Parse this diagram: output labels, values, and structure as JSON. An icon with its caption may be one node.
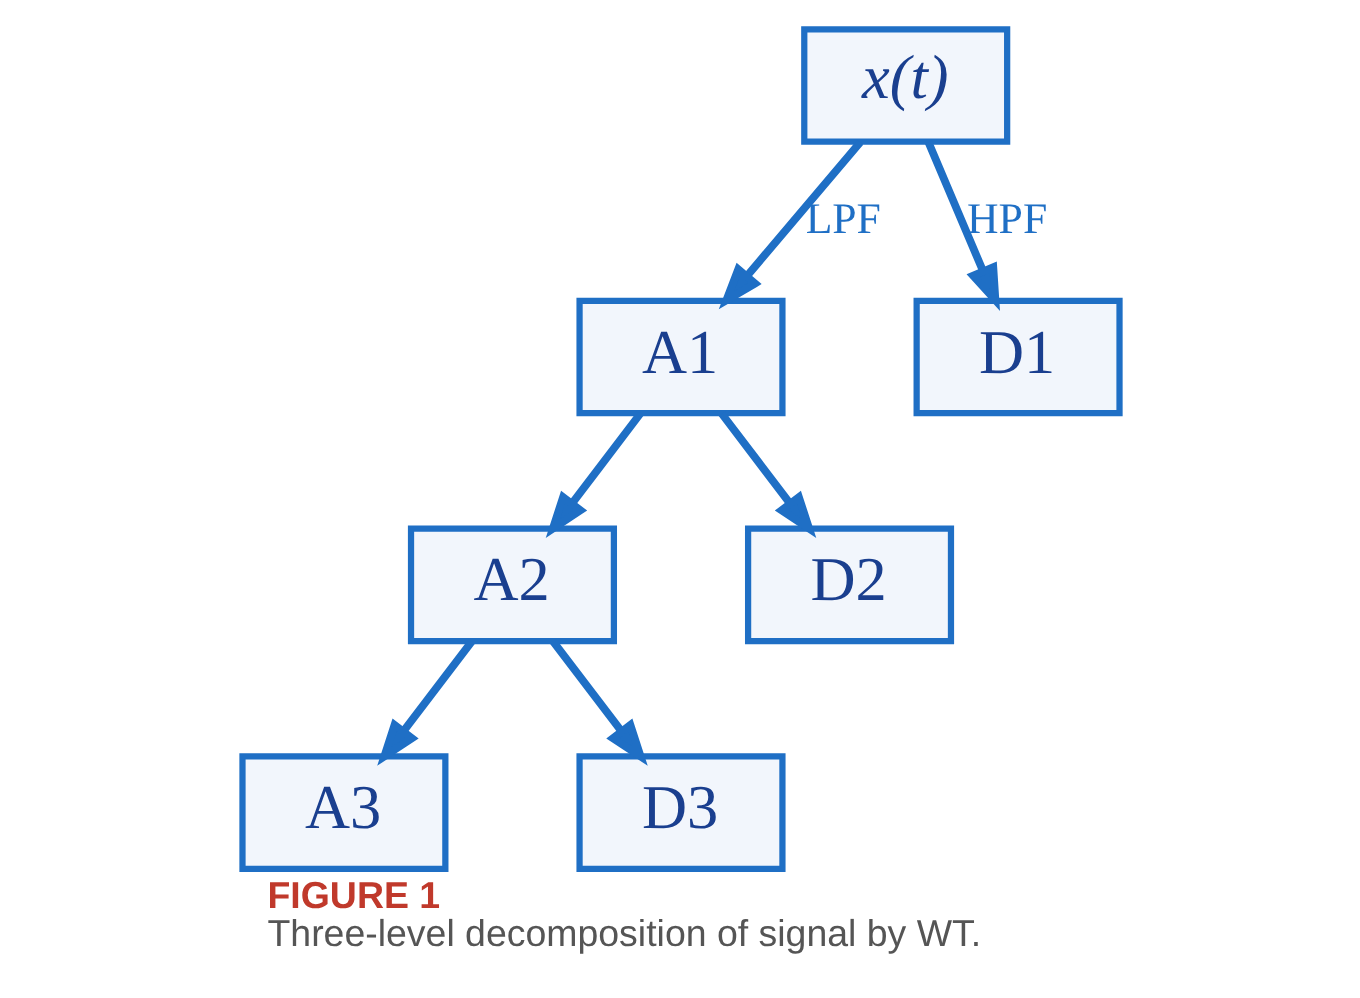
{
  "diagram": {
    "title": "FIGURE 1",
    "caption": "Three-level decomposition of signal by WT.",
    "nodes": [
      {
        "text": [
          "x(t)"
        ]
      },
      {
        "text": [
          "A1"
        ]
      },
      {
        "text": [
          "D1"
        ]
      },
      {
        "text": [
          "A2"
        ]
      },
      {
        "text": [
          "D2"
        ]
      },
      {
        "text": [
          "A3"
        ]
      },
      {
        "text": [
          "D3"
        ]
      }
    ],
    "edges": [
      {
        "from": 0,
        "to": 1,
        "arrow": "to",
        "label": "LPF"
      },
      {
        "from": 0,
        "to": 2,
        "arrow": "to",
        "label": "HPF"
      },
      {
        "from": 1,
        "to": 3,
        "arrow": "to"
      },
      {
        "from": 1,
        "to": 4,
        "arrow": "to"
      },
      {
        "from": 3,
        "to": 5,
        "arrow": "to"
      },
      {
        "from": 3,
        "to": 6,
        "arrow": "to"
      }
    ]
  }
}
